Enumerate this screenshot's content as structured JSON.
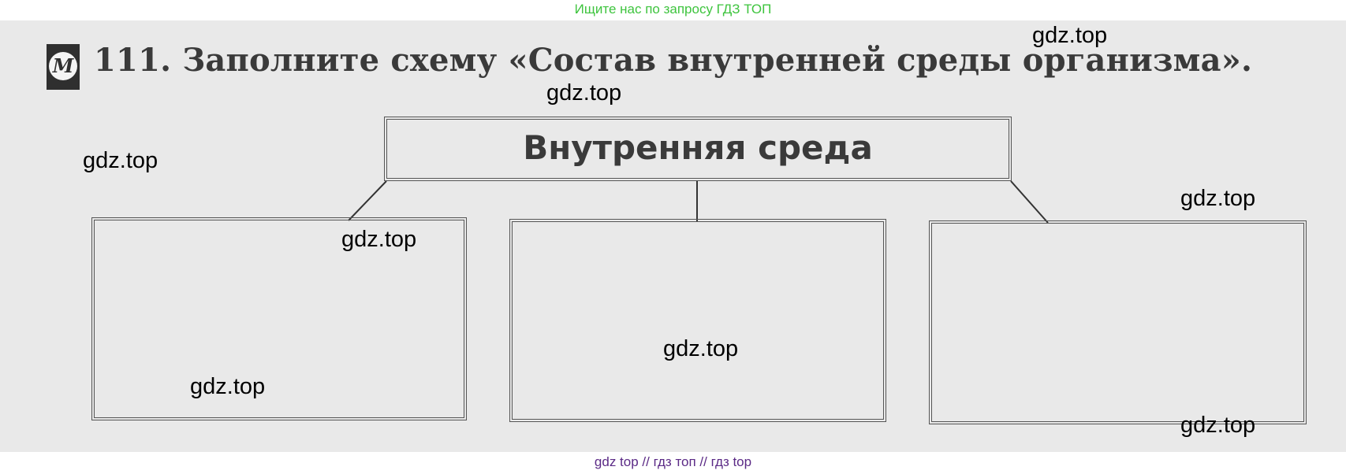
{
  "banner": {
    "text": "Ищите нас по запросу ГДЗ ТОП",
    "color": "#3ec43e"
  },
  "task": {
    "badge_letter": "М",
    "badge_icon": "m-circle-icon",
    "title": "111. Заполните схему «Состав внутренней среды организма»."
  },
  "diagram": {
    "root_label": "Внутренняя среда",
    "children": [
      "",
      "",
      ""
    ]
  },
  "watermarks": {
    "text": "gdz.top",
    "items": [
      "gdz.top",
      "gdz.top",
      "gdz.top",
      "gdz.top",
      "gdz.top",
      "gdz.top",
      "gdz.top",
      "gdz.top"
    ]
  },
  "footer": {
    "text": "gdz top  //  гдз топ  //  гдз top",
    "color": "#5b2a86"
  }
}
